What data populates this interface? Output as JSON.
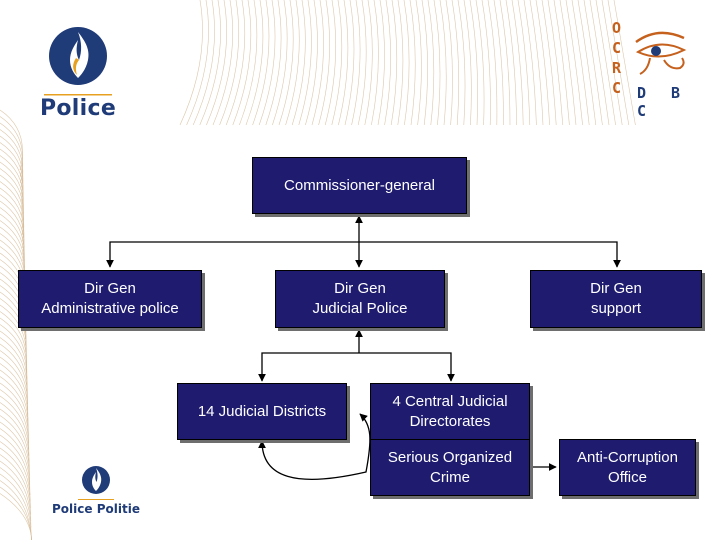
{
  "logos": {
    "police": {
      "brand": "Police"
    },
    "ocrc": {
      "letters": [
        "O",
        "C",
        "R",
        "C"
      ],
      "suffix": "D B C"
    },
    "politie": {
      "brand": "Police Politie"
    }
  },
  "org_chart": {
    "commissioner": "Commissioner-general",
    "dir_admin": {
      "line1": "Dir Gen",
      "line2": "Administrative police"
    },
    "dir_judicial": {
      "line1": "Dir Gen",
      "line2": "Judicial Police"
    },
    "dir_support": {
      "line1": "Dir Gen",
      "line2": "support"
    },
    "judicial_districts": "14 Judicial Districts",
    "central_directorates": {
      "line1": "4 Central Judicial",
      "line2": "Directorates"
    },
    "serious_crime": {
      "line1": "Serious Organized",
      "line2": "Crime"
    },
    "anti_corruption": {
      "line1": "Anti-Corruption",
      "line2": "Office"
    }
  },
  "colors": {
    "box_fill": "#1f1c70",
    "brand_blue": "#1f3b78",
    "ocrc_orange": "#c5601d"
  }
}
